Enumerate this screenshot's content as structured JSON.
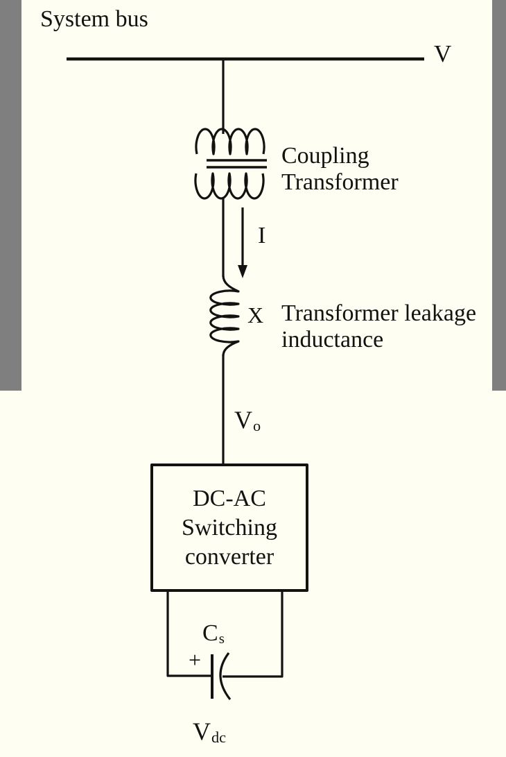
{
  "colors": {
    "background": "#FFFEF3",
    "sidebar_gray": "#7F7F7F",
    "ink": "#141210"
  },
  "diagram": {
    "system_bus_label": "System bus",
    "bus_voltage_label": "V",
    "coupling_transformer_label": [
      "Coupling",
      "Transformer"
    ],
    "current_label": "I",
    "reactance_label": "X",
    "leakage_inductance_label": [
      "Transformer leakage",
      "inductance"
    ],
    "output_voltage": {
      "base": "V",
      "sub": "o"
    },
    "converter_label": [
      "DC-AC",
      "Switching",
      "converter"
    ],
    "capacitor_label": {
      "base": "C",
      "sub": "s"
    },
    "polarity_sign": "+",
    "dc_voltage_label": {
      "base": "V",
      "sub": "dc"
    }
  }
}
